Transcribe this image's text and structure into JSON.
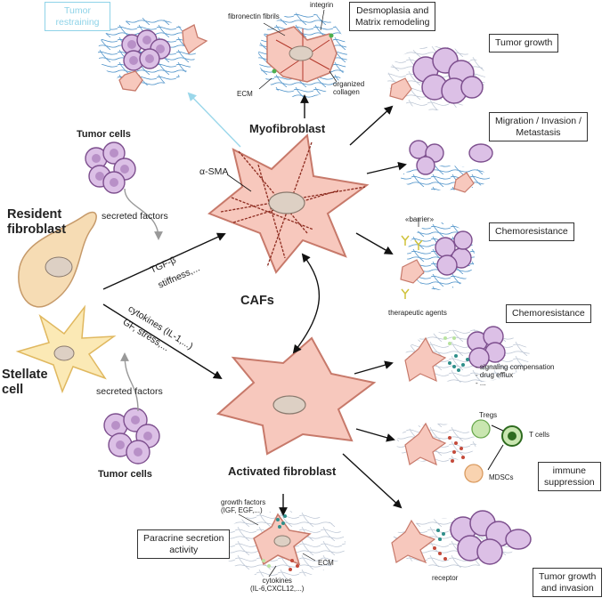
{
  "labels": {
    "tumor_restraining": [
      "Tumor",
      "restraining"
    ],
    "desmoplasia": [
      "Desmoplasia and",
      "Matrix remodeling"
    ],
    "fibronectin": "fibronectin fibrils",
    "integrin": "integrin",
    "ecm_top": "ECM",
    "organized_collagen": [
      "organized",
      "collagen"
    ],
    "myofibroblast": "Myofibroblast",
    "alpha_sma": "α-SMA",
    "tumor_cells_top": "Tumor cells",
    "tumor_cells_bottom": "Tumor cells",
    "secreted_top": "secreted factors",
    "secreted_bottom": "secreted factors",
    "resident_fibroblast": [
      "Resident",
      "fibroblast"
    ],
    "stellate_cell": [
      "Stellate",
      "cell"
    ],
    "tgf": "TGF-β",
    "stiffness": "stiffness,...",
    "cytokines_arrow": "cytokines (IL-1,...)",
    "gf_stress": "GF, stress,...",
    "cafs": "CAFs",
    "activated_fibroblast": "Activated fibroblast",
    "tumor_growth": "Tumor growth",
    "migration": [
      "Migration / Invasion /",
      "Metastasis"
    ],
    "barrier": "«barrier»",
    "chemoresistance_1": "Chemoresistance",
    "therapeutic_agents": "therapeutic agents",
    "chemoresistance_2": "Chemoresistance",
    "signaling": [
      "- signaling compensation",
      "- drug efflux",
      "- ..."
    ],
    "tregs": "Tregs",
    "t_cells": "T cells",
    "mdscs": "MDSCs",
    "immune_suppression": [
      "immune",
      "suppression"
    ],
    "growth_factors": [
      "growth factors",
      "(IGF, EGF,...)"
    ],
    "paracrine": [
      "Paracrine secretion",
      "activity"
    ],
    "ecm_bottom": "ECM",
    "cytokines_bottom": [
      "cytokines",
      "(IL-6,CXCL12,...)"
    ],
    "receptor": "receptor",
    "tumor_growth_invasion": [
      "Tumor growth",
      "and invasion"
    ]
  },
  "colors": {
    "fibroblast_fill": "#f7c8bd",
    "fibroblast_stroke": "#c7796a",
    "tumor_fill": "#dcc0e6",
    "tumor_stroke": "#7d4f8e",
    "ecm_blue": "#4a90c8",
    "cyan_arrow": "#9ad7ea",
    "resident_fill": "#f6dcb4",
    "stellate_fill": "#fbe9b5",
    "nucleus_fill": "#ddd0c4"
  }
}
